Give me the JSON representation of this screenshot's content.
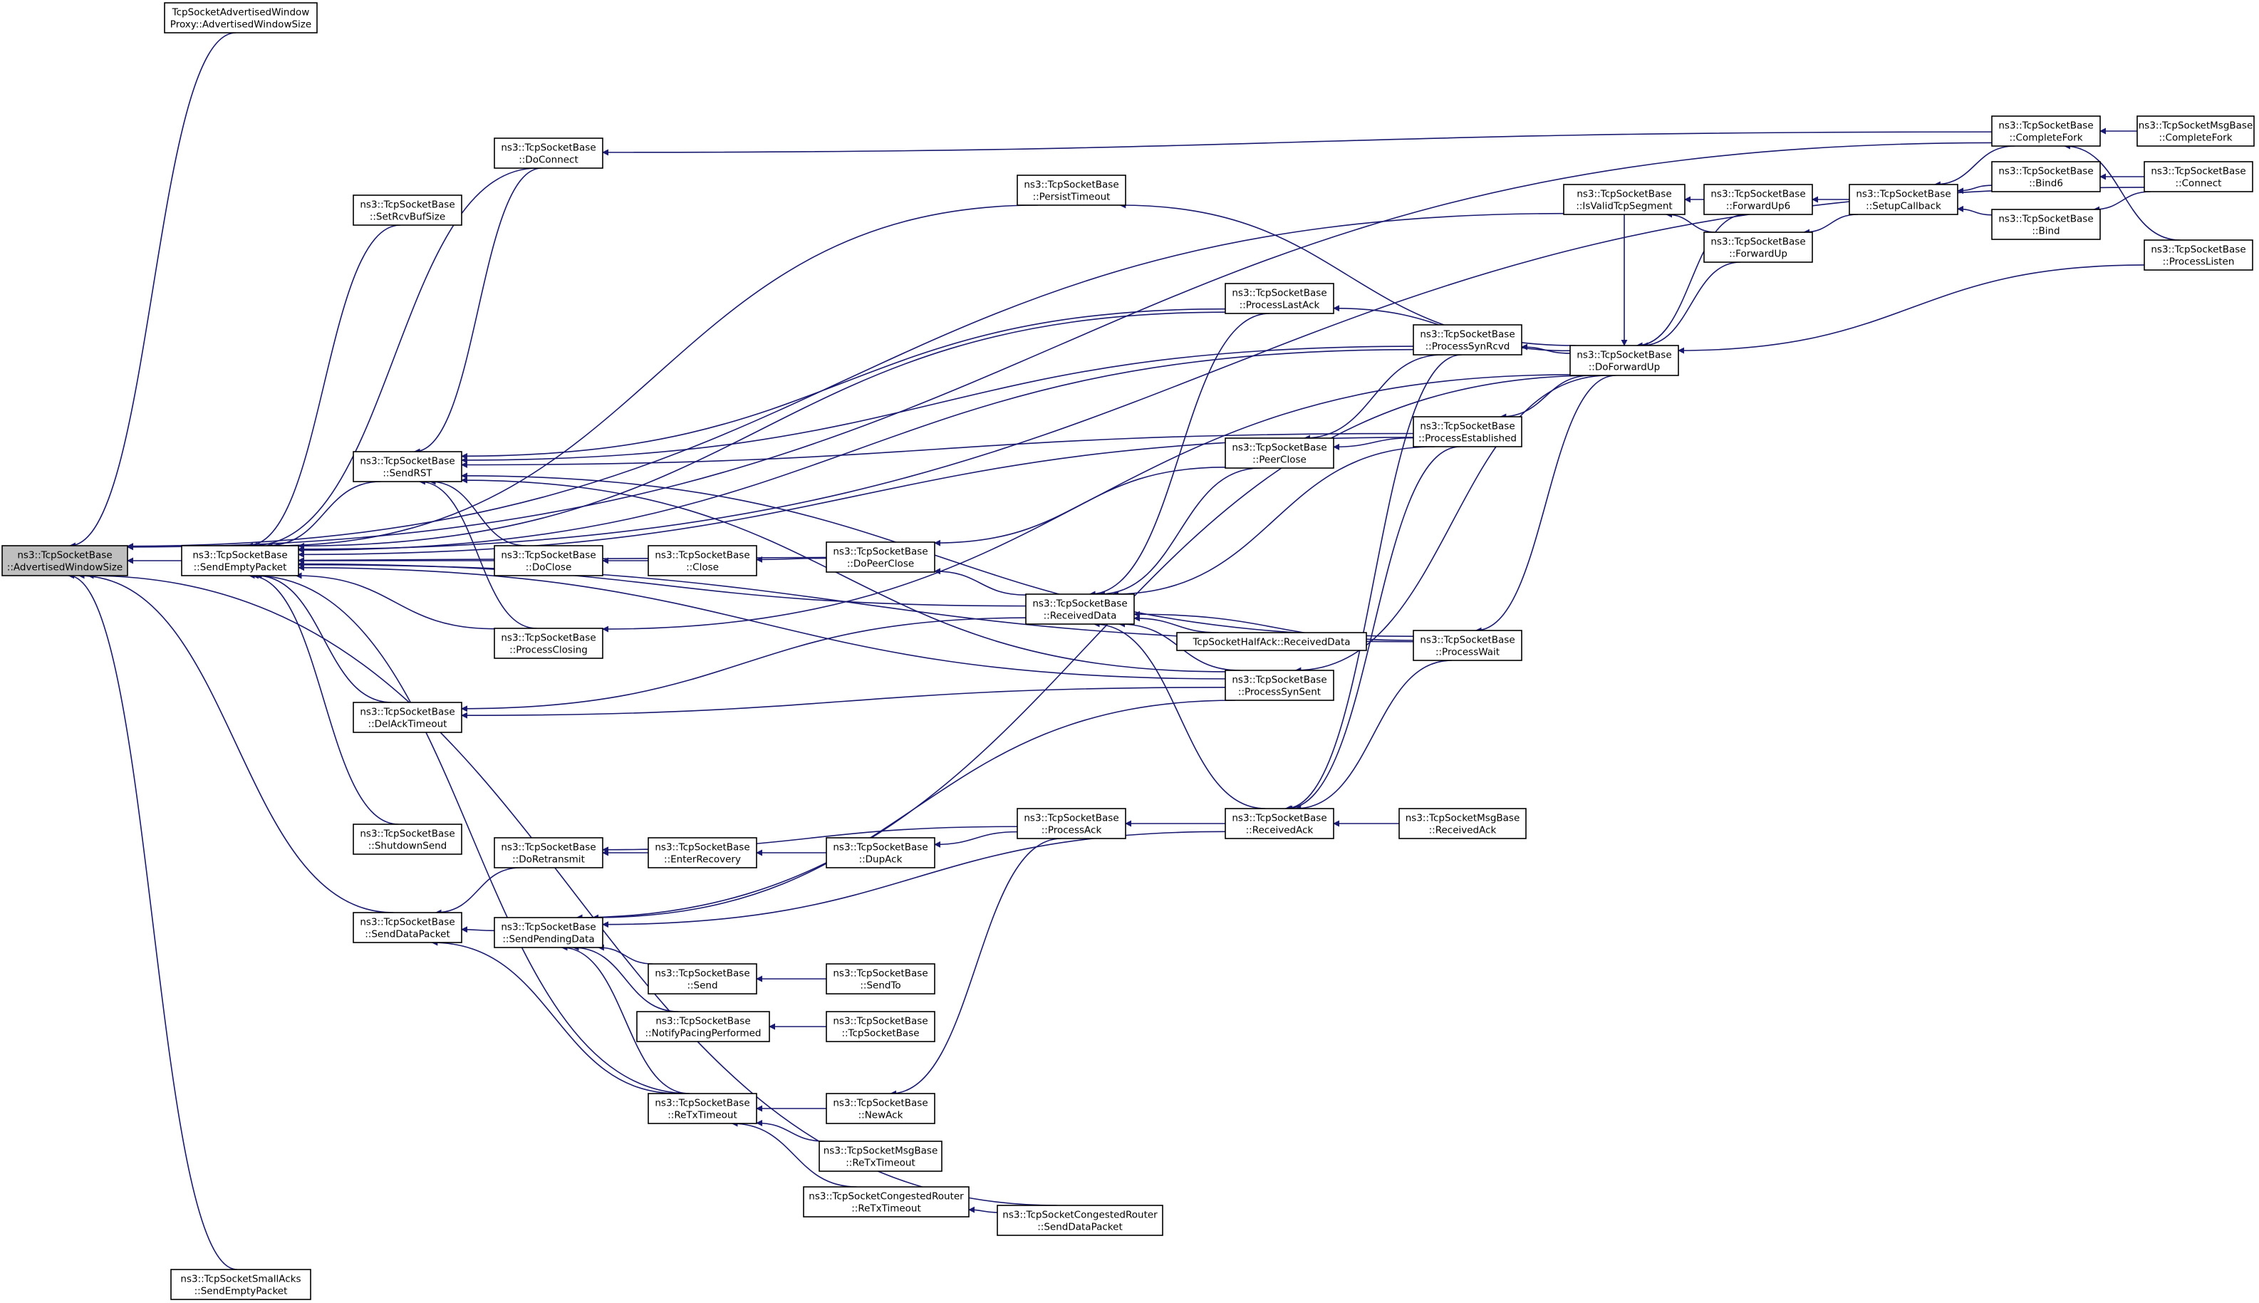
{
  "graph": {
    "nodes": [
      {
        "id": "AdvertisedWindowSize",
        "lines": [
          "ns3::TcpSocketBase",
          "::AdvertisedWindowSize"
        ],
        "root": true
      },
      {
        "id": "ProxyAdvertisedWindowSize",
        "lines": [
          "TcpSocketAdvertisedWindow",
          "Proxy::AdvertisedWindowSize"
        ]
      },
      {
        "id": "SendEmptyPacket",
        "lines": [
          "ns3::TcpSocketBase",
          "::SendEmptyPacket"
        ]
      },
      {
        "id": "SendDataPacket",
        "lines": [
          "ns3::TcpSocketBase",
          "::SendDataPacket"
        ]
      },
      {
        "id": "SmallAcksSendEmptyPacket",
        "lines": [
          "ns3::TcpSocketSmallAcks",
          "::SendEmptyPacket"
        ]
      },
      {
        "id": "SetRcvBufSize",
        "lines": [
          "ns3::TcpSocketBase",
          "::SetRcvBufSize"
        ]
      },
      {
        "id": "SendRST",
        "lines": [
          "ns3::TcpSocketBase",
          "::SendRST"
        ]
      },
      {
        "id": "DelAckTimeout",
        "lines": [
          "ns3::TcpSocketBase",
          "::DelAckTimeout"
        ]
      },
      {
        "id": "ShutdownSend",
        "lines": [
          "ns3::TcpSocketBase",
          "::ShutdownSend"
        ]
      },
      {
        "id": "DoConnect",
        "lines": [
          "ns3::TcpSocketBase",
          "::DoConnect"
        ]
      },
      {
        "id": "DoClose",
        "lines": [
          "ns3::TcpSocketBase",
          "::DoClose"
        ]
      },
      {
        "id": "ProcessClosing",
        "lines": [
          "ns3::TcpSocketBase",
          "::ProcessClosing"
        ]
      },
      {
        "id": "DoRetransmit",
        "lines": [
          "ns3::TcpSocketBase",
          "::DoRetransmit"
        ]
      },
      {
        "id": "SendPendingData",
        "lines": [
          "ns3::TcpSocketBase",
          "::SendPendingData"
        ]
      },
      {
        "id": "Close",
        "lines": [
          "ns3::TcpSocketBase",
          "::Close"
        ]
      },
      {
        "id": "EnterRecovery",
        "lines": [
          "ns3::TcpSocketBase",
          "::EnterRecovery"
        ]
      },
      {
        "id": "Send",
        "lines": [
          "ns3::TcpSocketBase",
          "::Send"
        ]
      },
      {
        "id": "NotifyPacingPerformed",
        "lines": [
          "ns3::TcpSocketBase",
          "::NotifyPacingPerformed"
        ]
      },
      {
        "id": "ReTxTimeout",
        "lines": [
          "ns3::TcpSocketBase",
          "::ReTxTimeout"
        ]
      },
      {
        "id": "DoPeerClose",
        "lines": [
          "ns3::TcpSocketBase",
          "::DoPeerClose"
        ]
      },
      {
        "id": "DupAck",
        "lines": [
          "ns3::TcpSocketBase",
          "::DupAck"
        ]
      },
      {
        "id": "SendTo",
        "lines": [
          "ns3::TcpSocketBase",
          "::SendTo"
        ]
      },
      {
        "id": "TcpSocketBaseCtor",
        "lines": [
          "ns3::TcpSocketBase",
          "::TcpSocketBase"
        ]
      },
      {
        "id": "NewAck",
        "lines": [
          "ns3::TcpSocketBase",
          "::NewAck"
        ]
      },
      {
        "id": "MsgReTxTimeout",
        "lines": [
          "ns3::TcpSocketMsgBase",
          "::ReTxTimeout"
        ]
      },
      {
        "id": "CongReTxTimeout",
        "lines": [
          "ns3::TcpSocketCongestedRouter",
          "::ReTxTimeout"
        ]
      },
      {
        "id": "PersistTimeout",
        "lines": [
          "ns3::TcpSocketBase",
          "::PersistTimeout"
        ]
      },
      {
        "id": "ProcessAck",
        "lines": [
          "ns3::TcpSocketBase",
          "::ProcessAck"
        ]
      },
      {
        "id": "ReceivedData",
        "lines": [
          "ns3::TcpSocketBase",
          "::ReceivedData"
        ]
      },
      {
        "id": "HalfAckReceivedData",
        "lines": [
          "TcpSocketHalfAck::ReceivedData"
        ]
      },
      {
        "id": "CongSendDataPacket",
        "lines": [
          "ns3::TcpSocketCongestedRouter",
          "::SendDataPacket"
        ]
      },
      {
        "id": "ProcessLastAck",
        "lines": [
          "ns3::TcpSocketBase",
          "::ProcessLastAck"
        ]
      },
      {
        "id": "PeerClose",
        "lines": [
          "ns3::TcpSocketBase",
          "::PeerClose"
        ]
      },
      {
        "id": "ProcessSynSent",
        "lines": [
          "ns3::TcpSocketBase",
          "::ProcessSynSent"
        ]
      },
      {
        "id": "ReceivedAck",
        "lines": [
          "ns3::TcpSocketBase",
          "::ReceivedAck"
        ]
      },
      {
        "id": "ProcessSynRcvd",
        "lines": [
          "ns3::TcpSocketBase",
          "::ProcessSynRcvd"
        ]
      },
      {
        "id": "ProcessEstablished",
        "lines": [
          "ns3::TcpSocketBase",
          "::ProcessEstablished"
        ]
      },
      {
        "id": "ProcessWait",
        "lines": [
          "ns3::TcpSocketBase",
          "::ProcessWait"
        ]
      },
      {
        "id": "MsgReceivedAck",
        "lines": [
          "ns3::TcpSocketMsgBase",
          "::ReceivedAck"
        ]
      },
      {
        "id": "IsValidTcpSegment",
        "lines": [
          "ns3::TcpSocketBase",
          "::IsValidTcpSegment"
        ]
      },
      {
        "id": "DoForwardUp",
        "lines": [
          "ns3::TcpSocketBase",
          "::DoForwardUp"
        ]
      },
      {
        "id": "ForwardUp6",
        "lines": [
          "ns3::TcpSocketBase",
          "::ForwardUp6"
        ]
      },
      {
        "id": "ForwardUp",
        "lines": [
          "ns3::TcpSocketBase",
          "::ForwardUp"
        ]
      },
      {
        "id": "SetupCallback",
        "lines": [
          "ns3::TcpSocketBase",
          "::SetupCallback"
        ]
      },
      {
        "id": "CompleteFork",
        "lines": [
          "ns3::TcpSocketBase",
          "::CompleteFork"
        ]
      },
      {
        "id": "Bind6",
        "lines": [
          "ns3::TcpSocketBase",
          "::Bind6"
        ]
      },
      {
        "id": "Bind",
        "lines": [
          "ns3::TcpSocketBase",
          "::Bind"
        ]
      },
      {
        "id": "ProcessListen",
        "lines": [
          "ns3::TcpSocketBase",
          "::ProcessListen"
        ]
      },
      {
        "id": "MsgCompleteFork",
        "lines": [
          "ns3::TcpSocketMsgBase",
          "::CompleteFork"
        ]
      },
      {
        "id": "Connect",
        "lines": [
          "ns3::TcpSocketBase",
          "::Connect"
        ]
      }
    ],
    "edges": [
      [
        "ProxyAdvertisedWindowSize",
        "AdvertisedWindowSize"
      ],
      [
        "SendEmptyPacket",
        "AdvertisedWindowSize"
      ],
      [
        "SendDataPacket",
        "AdvertisedWindowSize"
      ],
      [
        "SmallAcksSendEmptyPacket",
        "AdvertisedWindowSize"
      ],
      [
        "CongSendDataPacket",
        "AdvertisedWindowSize"
      ],
      [
        "CompleteFork",
        "AdvertisedWindowSize"
      ],
      [
        "IsValidTcpSegment",
        "AdvertisedWindowSize"
      ],
      [
        "SetRcvBufSize",
        "SendEmptyPacket"
      ],
      [
        "SendRST",
        "SendEmptyPacket"
      ],
      [
        "DelAckTimeout",
        "SendEmptyPacket"
      ],
      [
        "ShutdownSend",
        "SendEmptyPacket"
      ],
      [
        "DoConnect",
        "SendEmptyPacket"
      ],
      [
        "DoClose",
        "SendEmptyPacket"
      ],
      [
        "ProcessClosing",
        "SendEmptyPacket"
      ],
      [
        "DoPeerClose",
        "SendEmptyPacket"
      ],
      [
        "PersistTimeout",
        "SendEmptyPacket"
      ],
      [
        "ReceivedData",
        "SendEmptyPacket"
      ],
      [
        "ProcessLastAck",
        "SendEmptyPacket"
      ],
      [
        "ProcessSynSent",
        "SendEmptyPacket"
      ],
      [
        "ProcessSynRcvd",
        "SendEmptyPacket"
      ],
      [
        "ProcessEstablished",
        "SendEmptyPacket"
      ],
      [
        "ProcessWait",
        "SendEmptyPacket"
      ],
      [
        "ReTxTimeout",
        "SendEmptyPacket"
      ],
      [
        "Connect",
        "SendEmptyPacket"
      ],
      [
        "DoConnect",
        "SendRST"
      ],
      [
        "DoClose",
        "SendRST"
      ],
      [
        "ProcessClosing",
        "SendRST"
      ],
      [
        "ProcessLastAck",
        "SendRST"
      ],
      [
        "ProcessSynRcvd",
        "SendRST"
      ],
      [
        "ProcessEstablished",
        "SendRST"
      ],
      [
        "ProcessSynSent",
        "SendRST"
      ],
      [
        "ProcessWait",
        "SendRST"
      ],
      [
        "DoRetransmit",
        "SendDataPacket"
      ],
      [
        "SendPendingData",
        "SendDataPacket"
      ],
      [
        "ReTxTimeout",
        "SendDataPacket"
      ],
      [
        "Close",
        "DoClose"
      ],
      [
        "DoPeerClose",
        "Close"
      ],
      [
        "PeerClose",
        "DoPeerClose"
      ],
      [
        "ReceivedData",
        "DoPeerClose"
      ],
      [
        "EnterRecovery",
        "DoRetransmit"
      ],
      [
        "ProcessAck",
        "DoRetransmit"
      ],
      [
        "DupAck",
        "EnterRecovery"
      ],
      [
        "ProcessAck",
        "DupAck"
      ],
      [
        "ReceivedAck",
        "ProcessAck"
      ],
      [
        "Send",
        "SendPendingData"
      ],
      [
        "NotifyPacingPerformed",
        "SendPendingData"
      ],
      [
        "ReTxTimeout",
        "SendPendingData"
      ],
      [
        "ReceivedAck",
        "SendPendingData"
      ],
      [
        "DoForwardUp",
        "SendPendingData"
      ],
      [
        "ProcessSynSent",
        "SendPendingData"
      ],
      [
        "SendTo",
        "Send"
      ],
      [
        "TcpSocketBaseCtor",
        "NotifyPacingPerformed"
      ],
      [
        "NewAck",
        "ReTxTimeout"
      ],
      [
        "MsgReTxTimeout",
        "ReTxTimeout"
      ],
      [
        "CongReTxTimeout",
        "ReTxTimeout"
      ],
      [
        "CongSendDataPacket",
        "CongReTxTimeout"
      ],
      [
        "ProcessAck",
        "NewAck"
      ],
      [
        "DoForwardUp",
        "ProcessClosing"
      ],
      [
        "DoForwardUp",
        "PersistTimeout"
      ],
      [
        "ProcessSynSent",
        "DelAckTimeout"
      ],
      [
        "ReceivedData",
        "DelAckTimeout"
      ],
      [
        "CompleteFork",
        "DoConnect"
      ],
      [
        "ProcessLastAck",
        "ReceivedData"
      ],
      [
        "PeerClose",
        "ReceivedData"
      ],
      [
        "HalfAckReceivedData",
        "ReceivedData"
      ],
      [
        "ProcessSynSent",
        "ReceivedData"
      ],
      [
        "ReceivedAck",
        "ReceivedData"
      ],
      [
        "ProcessEstablished",
        "ReceivedData"
      ],
      [
        "ProcessWait",
        "ReceivedData"
      ],
      [
        "ProcessSynRcvd",
        "PeerClose"
      ],
      [
        "ProcessEstablished",
        "PeerClose"
      ],
      [
        "DoForwardUp",
        "ProcessLastAck"
      ],
      [
        "DoForwardUp",
        "ProcessSynRcvd"
      ],
      [
        "DoForwardUp",
        "ProcessEstablished"
      ],
      [
        "DoForwardUp",
        "ProcessWait"
      ],
      [
        "DoForwardUp",
        "ProcessSynSent"
      ],
      [
        "ProcessSynRcvd",
        "ReceivedAck"
      ],
      [
        "ProcessEstablished",
        "ReceivedAck"
      ],
      [
        "ProcessWait",
        "ReceivedAck"
      ],
      [
        "MsgReceivedAck",
        "ReceivedAck"
      ],
      [
        "ForwardUp6",
        "DoForwardUp"
      ],
      [
        "ForwardUp",
        "DoForwardUp"
      ],
      [
        "ProcessListen",
        "DoForwardUp"
      ],
      [
        "IsValidTcpSegment",
        "DoForwardUp"
      ],
      [
        "ForwardUp6",
        "IsValidTcpSegment"
      ],
      [
        "ForwardUp",
        "IsValidTcpSegment"
      ],
      [
        "SetupCallback",
        "ForwardUp6"
      ],
      [
        "SetupCallback",
        "ForwardUp"
      ],
      [
        "CompleteFork",
        "SetupCallback"
      ],
      [
        "Bind6",
        "SetupCallback"
      ],
      [
        "Bind",
        "SetupCallback"
      ],
      [
        "MsgCompleteFork",
        "CompleteFork"
      ],
      [
        "ProcessListen",
        "CompleteFork"
      ],
      [
        "Connect",
        "Bind6"
      ],
      [
        "Connect",
        "Bind"
      ]
    ]
  }
}
